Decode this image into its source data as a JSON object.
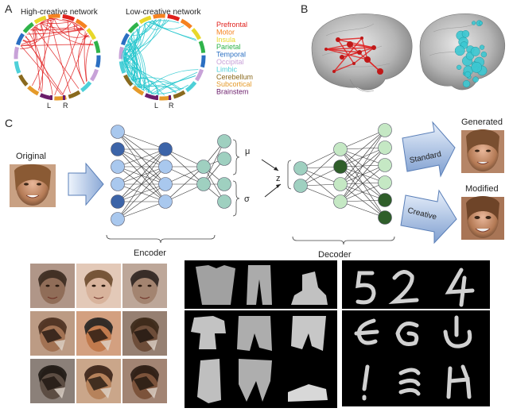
{
  "panels": {
    "a": "A",
    "b": "B",
    "c": "C"
  },
  "panel_a": {
    "left_title": "High-creative network",
    "right_title": "Low-creative network",
    "left_marker": "L",
    "right_marker": "R",
    "legend": [
      {
        "label": "Prefrontal",
        "color": "#e0201c"
      },
      {
        "label": "Motor",
        "color": "#f58220"
      },
      {
        "label": "Insula",
        "color": "#e8d82a"
      },
      {
        "label": "Parietal",
        "color": "#2fb34a"
      },
      {
        "label": "Temporal",
        "color": "#2b6fc2"
      },
      {
        "label": "Occipital",
        "color": "#c8a2d8"
      },
      {
        "label": "Limbic",
        "color": "#4ed0d8"
      },
      {
        "label": "Cerebellum",
        "color": "#8a6a1e"
      },
      {
        "label": "Subcortical",
        "color": "#e59a2a"
      },
      {
        "label": "Brainstem",
        "color": "#6b1d6b"
      }
    ],
    "high_edge_color": "#e02020",
    "low_edge_color": "#22c6cc"
  },
  "panel_c": {
    "original_label": "Original",
    "generated_label": "Generated",
    "modified_label": "Modified",
    "mu_label": "μ",
    "sigma_label": "σ",
    "z_label": "z",
    "encoder_label": "Encoder",
    "decoder_label": "Decoder",
    "standard_label": "Standard",
    "creative_label": "Creative"
  },
  "colors": {
    "blue_node": "#a9c8ee",
    "dark_blue_node": "#3c64a8",
    "green_node": "#c5e8c4",
    "dark_green_node": "#2f5e2a",
    "teal_node": "#9fd0c0"
  }
}
